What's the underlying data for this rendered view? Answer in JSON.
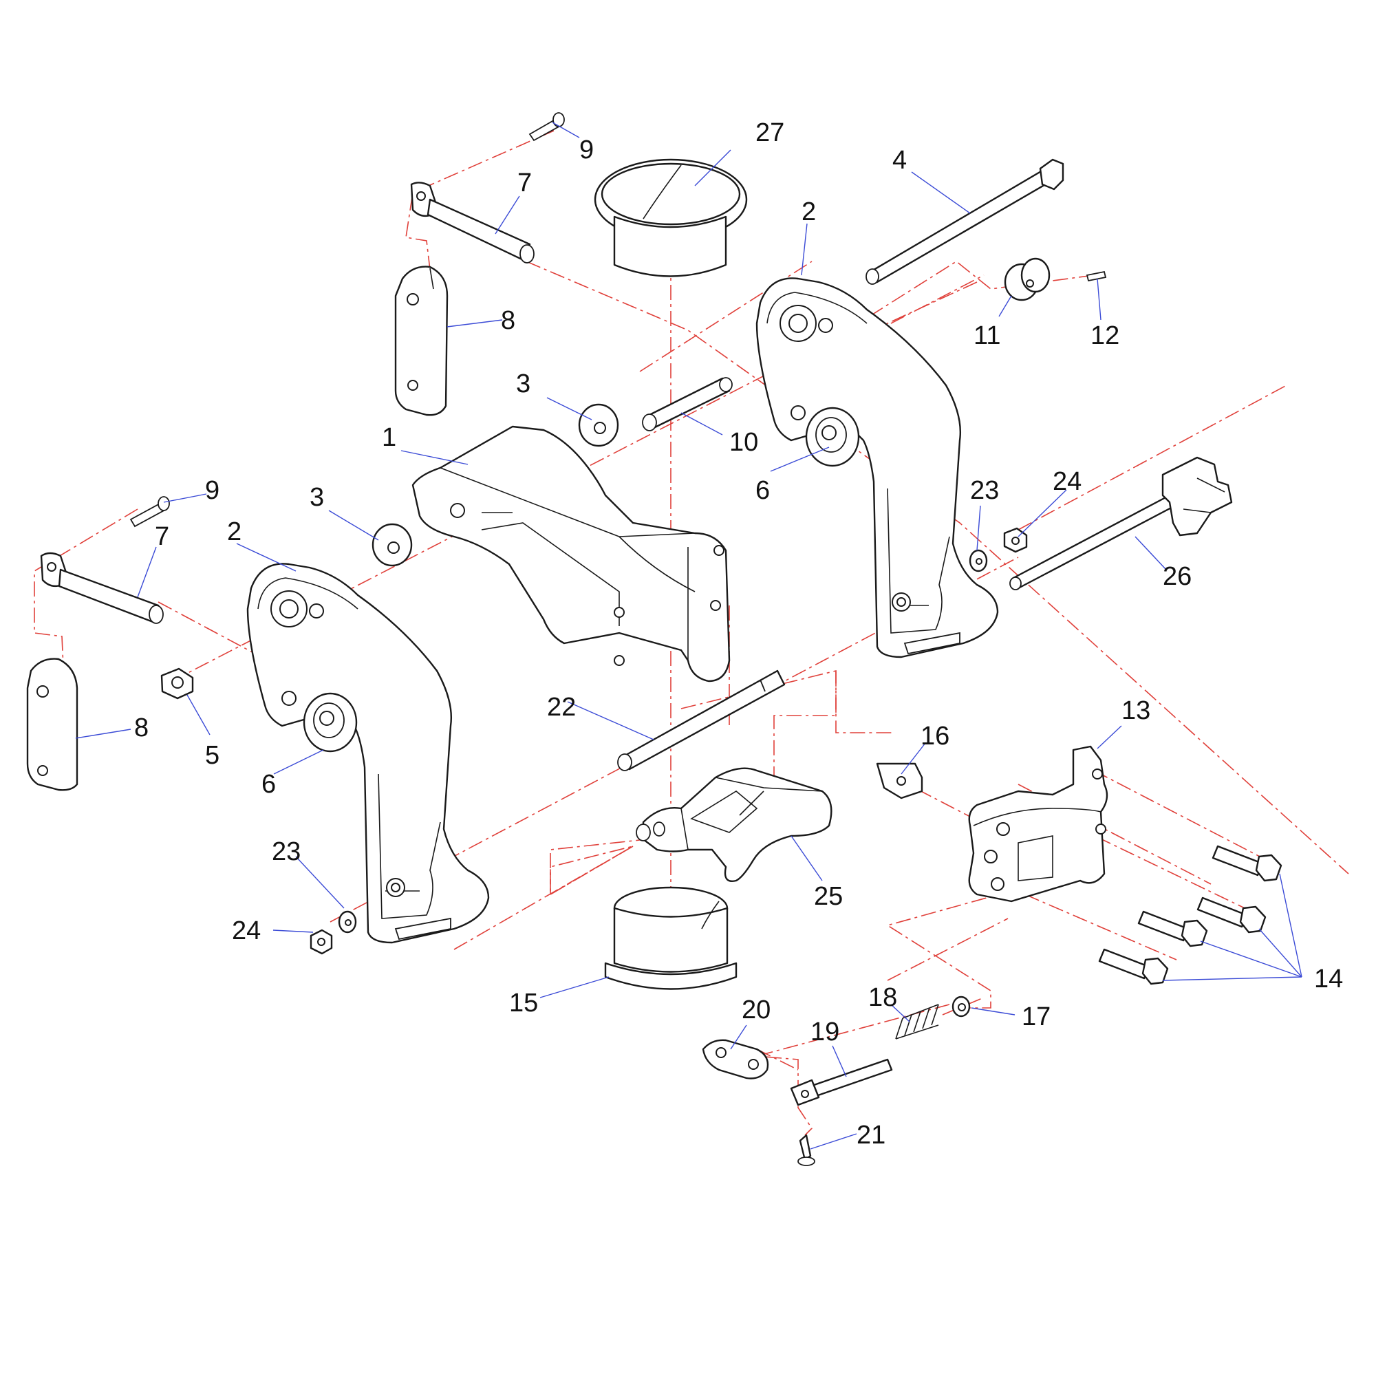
{
  "diagram": {
    "colors": {
      "outline": "#1a1a1a",
      "centerline": "#e0403a",
      "leader": "#3b4bd6",
      "background": "#ffffff"
    },
    "callouts": [
      {
        "id": "c1",
        "label": "1"
      },
      {
        "id": "c2a",
        "label": "2"
      },
      {
        "id": "c2b",
        "label": "2"
      },
      {
        "id": "c3a",
        "label": "3"
      },
      {
        "id": "c3b",
        "label": "3"
      },
      {
        "id": "c4",
        "label": "4"
      },
      {
        "id": "c5",
        "label": "5"
      },
      {
        "id": "c6a",
        "label": "6"
      },
      {
        "id": "c6b",
        "label": "6"
      },
      {
        "id": "c7a",
        "label": "7"
      },
      {
        "id": "c7b",
        "label": "7"
      },
      {
        "id": "c8a",
        "label": "8"
      },
      {
        "id": "c8b",
        "label": "8"
      },
      {
        "id": "c9a",
        "label": "9"
      },
      {
        "id": "c9b",
        "label": "9"
      },
      {
        "id": "c10",
        "label": "10"
      },
      {
        "id": "c11",
        "label": "11"
      },
      {
        "id": "c12",
        "label": "12"
      },
      {
        "id": "c13",
        "label": "13"
      },
      {
        "id": "c14",
        "label": "14"
      },
      {
        "id": "c15",
        "label": "15"
      },
      {
        "id": "c16",
        "label": "16"
      },
      {
        "id": "c17",
        "label": "17"
      },
      {
        "id": "c18",
        "label": "18"
      },
      {
        "id": "c19",
        "label": "19"
      },
      {
        "id": "c20",
        "label": "20"
      },
      {
        "id": "c21",
        "label": "21"
      },
      {
        "id": "c22",
        "label": "22"
      },
      {
        "id": "c23a",
        "label": "23"
      },
      {
        "id": "c23b",
        "label": "23"
      },
      {
        "id": "c24a",
        "label": "24"
      },
      {
        "id": "c24b",
        "label": "24"
      },
      {
        "id": "c25",
        "label": "25"
      },
      {
        "id": "c26",
        "label": "26"
      },
      {
        "id": "c27",
        "label": "27"
      }
    ]
  }
}
